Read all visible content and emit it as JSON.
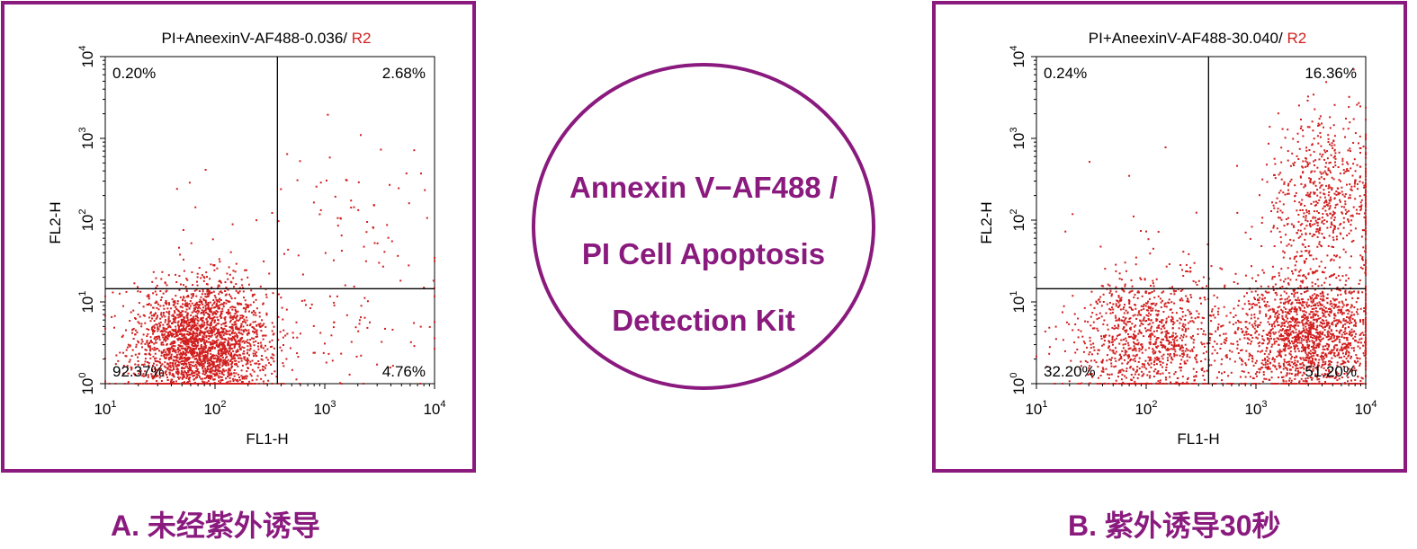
{
  "kit_title": {
    "line1": "Annexin V−AF488 /",
    "line2": "PI Cell Apoptosis",
    "line3": "Detection Kit"
  },
  "colors": {
    "accent_purple": "#8a1a7e",
    "dot_red": "#d11f1f",
    "gate_line": "#000000"
  },
  "chart_data": [
    {
      "type": "scatter",
      "caption": "A. 未经紫外诱导",
      "title": "PI+AneexinV-AF488-0.036",
      "title_suffix": "R2",
      "title_separator": "/ ",
      "xlabel": "FL1-H",
      "ylabel": "FL2-H",
      "x_scale": "log",
      "y_scale": "log",
      "xlim": [
        10,
        10000
      ],
      "ylim": [
        1,
        10000
      ],
      "x_ticks": [
        {
          "base": "10",
          "exp": "1"
        },
        {
          "base": "10",
          "exp": "2"
        },
        {
          "base": "10",
          "exp": "3"
        },
        {
          "base": "10",
          "exp": "4"
        }
      ],
      "y_ticks": [
        {
          "base": "10",
          "exp": "0"
        },
        {
          "base": "10",
          "exp": "1"
        },
        {
          "base": "10",
          "exp": "2"
        },
        {
          "base": "10",
          "exp": "3"
        },
        {
          "base": "10",
          "exp": "4"
        }
      ],
      "gate": {
        "x": 370,
        "y": 14.5
      },
      "quadrants": {
        "upper_left": "0.20%",
        "upper_right": "2.68%",
        "lower_left": "92.37%",
        "lower_right": "4.76%"
      },
      "clusters": [
        {
          "x_center": 75,
          "y_center": 3,
          "x_spread_log": 0.3,
          "y_spread_log": 0.38,
          "count": 2600
        },
        {
          "x_center": 2200,
          "y_center": 120,
          "x_spread_log": 0.4,
          "y_spread_log": 0.45,
          "count": 60
        },
        {
          "x_center": 2000,
          "y_center": 4,
          "x_spread_log": 0.4,
          "y_spread_log": 0.4,
          "count": 80
        },
        {
          "x_center": 60,
          "y_center": 90,
          "x_spread_log": 0.5,
          "y_spread_log": 0.5,
          "count": 10
        }
      ]
    },
    {
      "type": "scatter",
      "caption": "B. 紫外诱导30秒",
      "title": "PI+AneexinV-AF488-30.040",
      "title_suffix": "R2",
      "title_separator": "/ ",
      "xlabel": "FL1-H",
      "ylabel": "FL2-H",
      "x_scale": "log",
      "y_scale": "log",
      "xlim": [
        10,
        10000
      ],
      "ylim": [
        1,
        10000
      ],
      "x_ticks": [
        {
          "base": "10",
          "exp": "1"
        },
        {
          "base": "10",
          "exp": "2"
        },
        {
          "base": "10",
          "exp": "3"
        },
        {
          "base": "10",
          "exp": "4"
        }
      ],
      "y_ticks": [
        {
          "base": "10",
          "exp": "0"
        },
        {
          "base": "10",
          "exp": "1"
        },
        {
          "base": "10",
          "exp": "2"
        },
        {
          "base": "10",
          "exp": "3"
        },
        {
          "base": "10",
          "exp": "4"
        }
      ],
      "gate": {
        "x": 370,
        "y": 14.5
      },
      "quadrants": {
        "upper_left": "0.24%",
        "upper_right": "16.36%",
        "lower_left": "32.20%",
        "lower_right": "51.20%"
      },
      "clusters": [
        {
          "x_center": 110,
          "y_center": 3.5,
          "x_spread_log": 0.35,
          "y_spread_log": 0.42,
          "count": 1100
        },
        {
          "x_center": 3000,
          "y_center": 4,
          "x_spread_log": 0.3,
          "y_spread_log": 0.4,
          "count": 1700
        },
        {
          "x_center": 4500,
          "y_center": 200,
          "x_spread_log": 0.28,
          "y_spread_log": 0.5,
          "count": 650
        },
        {
          "x_center": 80,
          "y_center": 60,
          "x_spread_log": 0.5,
          "y_spread_log": 0.5,
          "count": 10
        }
      ]
    }
  ]
}
